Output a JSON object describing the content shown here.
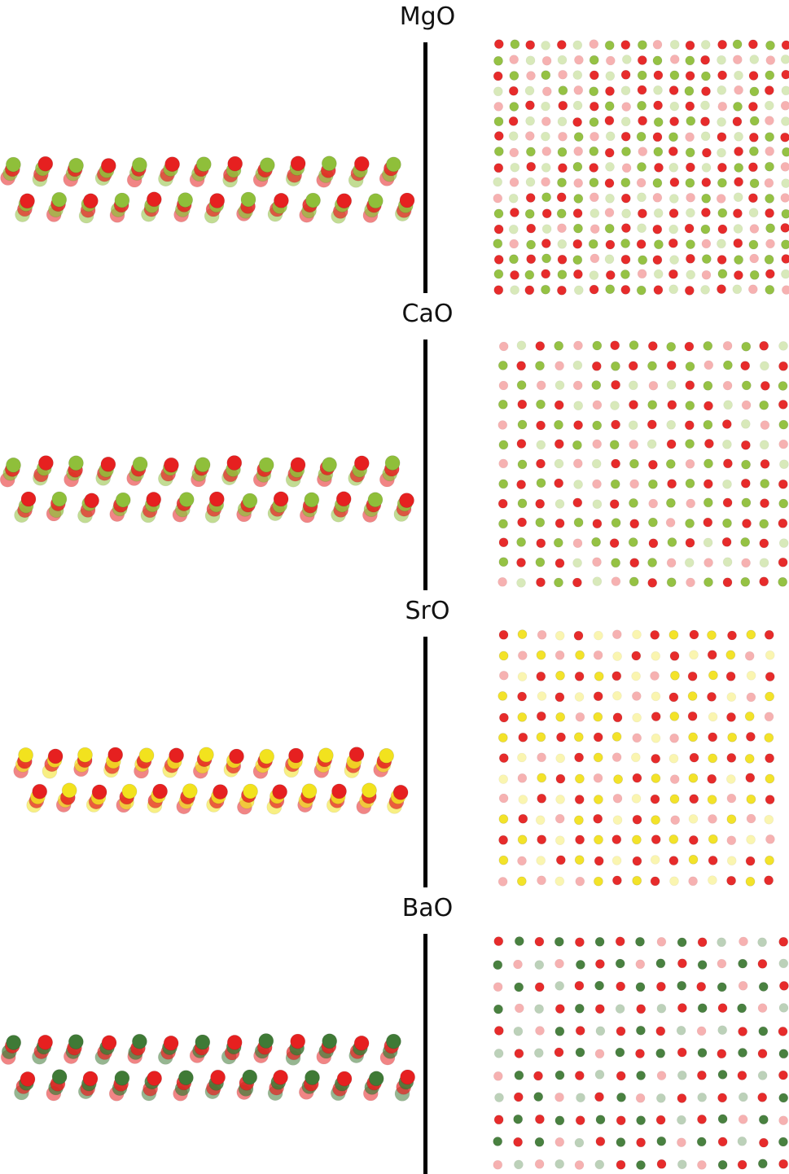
{
  "panels": [
    {
      "label": "MgO",
      "cation_color": "#8fbf3a",
      "oxygen_color": "#e62020"
    },
    {
      "label": "CaO",
      "cation_color": "#8fbf3a",
      "oxygen_color": "#e62020"
    },
    {
      "label": "SrO",
      "cation_color": "#f2e21e",
      "oxygen_color": "#e62020"
    },
    {
      "label": "BaO",
      "cation_color": "#3f7a36",
      "oxygen_color": "#e62020"
    }
  ]
}
